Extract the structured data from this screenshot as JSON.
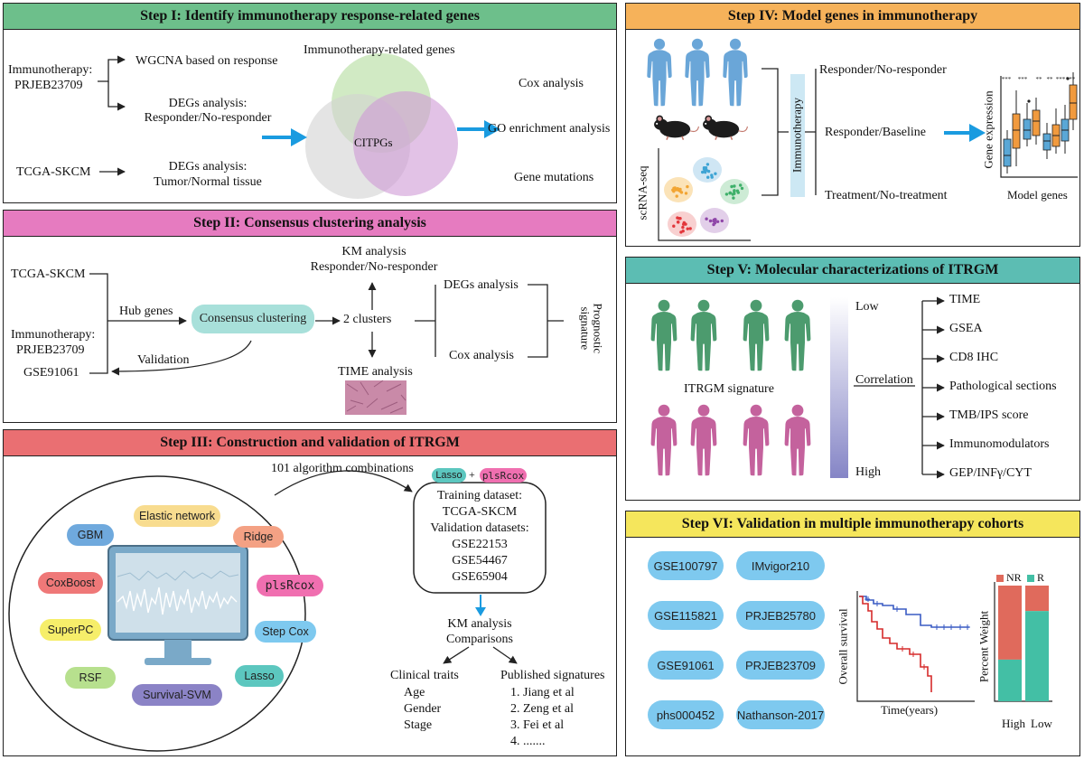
{
  "step1": {
    "title": "Step I: Identify immunotherapy response-related genes",
    "cohort1_line1": "Immunotherapy:",
    "cohort1_line2": "PRJEB23709",
    "wgcna": "WGCNA based on response",
    "degs1_line1": "DEGs analysis:",
    "degs1_line2": "Responder/No-responder",
    "tcga": "TCGA-SKCM",
    "degs2_line1": "DEGs analysis:",
    "degs2_line2": "Tumor/Normal tissue",
    "venn_title": "Immunotherapy-related genes",
    "venn_center": "CITPGs",
    "out1": "Cox analysis",
    "out2": "GO enrichment analysis",
    "out3": "Gene mutations"
  },
  "step2": {
    "title": "Step II: Consensus clustering analysis",
    "tcga": "TCGA-SKCM",
    "imm_line1": "Immunotherapy:",
    "imm_line2": "PRJEB23709",
    "gse": "GSE91061",
    "hub": "Hub genes",
    "validation": "Validation",
    "consensus": "Consensus clustering",
    "clusters": "2 clusters",
    "km_line1": "KM analysis",
    "km_line2": "Responder/No-responder",
    "time": "TIME analysis",
    "degs": "DEGs analysis",
    "cox": "Cox analysis",
    "prog_line1": "Prognostic",
    "prog_line2": "signature"
  },
  "step3": {
    "title": "Step III: Construction and validation of ITRGM",
    "combos": "101 algorithm combinations",
    "algorithms": {
      "elastic": "Elastic network",
      "gbm": "GBM",
      "ridge": "Ridge",
      "coxboost": "CoxBoost",
      "plsrcox": "plsRcox",
      "superpc": "SuperPC",
      "stepcox": "Step Cox",
      "rsf": "RSF",
      "lasso": "Lasso",
      "survsvm": "Survival-SVM"
    },
    "lasso_tag": "Lasso",
    "plus": "+",
    "plsr_tag": "plsRcox",
    "training_label": "Training dataset:",
    "training_set": "TCGA-SKCM",
    "validation_label": "Validation datasets:",
    "val1": "GSE22153",
    "val2": "GSE54467",
    "val3": "GSE65904",
    "km": "KM analysis",
    "comparisons": "Comparisons",
    "clinical": "Clinical traits",
    "age": "Age",
    "gender": "Gender",
    "stage": "Stage",
    "published": "Published signatures",
    "pub1": "1. Jiang et al",
    "pub2": "2. Zeng et al",
    "pub3": "3. Fei et al",
    "pub4": "4. ......."
  },
  "step4": {
    "title": "Step IV: Model genes in immunotherapy",
    "scrna": "scRNA-seq",
    "immuno": "Immunotherapy",
    "branch1": "Responder/No-responder",
    "branch2": "Responder/Baseline",
    "branch3": "Treatment/No-treatment",
    "ylabel": "Gene expression",
    "xlabel": "Model genes",
    "stars": [
      "***",
      "***",
      "**",
      "**",
      "***",
      "***"
    ]
  },
  "step5": {
    "title": "Step V: Molecular characterizations of ITRGM",
    "low": "Low",
    "high": "High",
    "signature": "ITRGM signature",
    "correlation": "Correlation",
    "items": [
      "TIME",
      "GSEA",
      "CD8 IHC",
      "Pathological sections",
      "TMB/IPS score",
      "Immunomodulators",
      "GEP/INFγ/CYT"
    ]
  },
  "step6": {
    "title": "Step VI: Validation in multiple immunotherapy cohorts",
    "cohorts": [
      "GSE100797",
      "IMvigor210",
      "GSE115821",
      "PRJEB25780",
      "GSE91061",
      "PRJEB23709",
      "phs000452",
      "Nathanson-2017"
    ],
    "km_ylabel": "Overall survival",
    "km_xlabel": "Time(years)",
    "bar_ylabel": "Percent Weight",
    "legend_nr": "NR",
    "legend_r": "R",
    "cat_high": "High",
    "cat_low": "Low"
  },
  "colors": {
    "step1_hdr": "#6dbf8b",
    "step2_hdr": "#e67bc0",
    "step3_hdr": "#ea6f72",
    "step4_hdr": "#f6b25a",
    "step5_hdr": "#5cbdb3",
    "step6_hdr": "#f5e65c",
    "arrow_blue": "#1a9be0",
    "human_blue": "#6aa6d8",
    "human_green": "#4c9b6e",
    "human_pink": "#c4629d",
    "nr_red": "#e06a5c",
    "r_teal": "#43bfa5",
    "cohort_pill": "#7ec9ef"
  }
}
